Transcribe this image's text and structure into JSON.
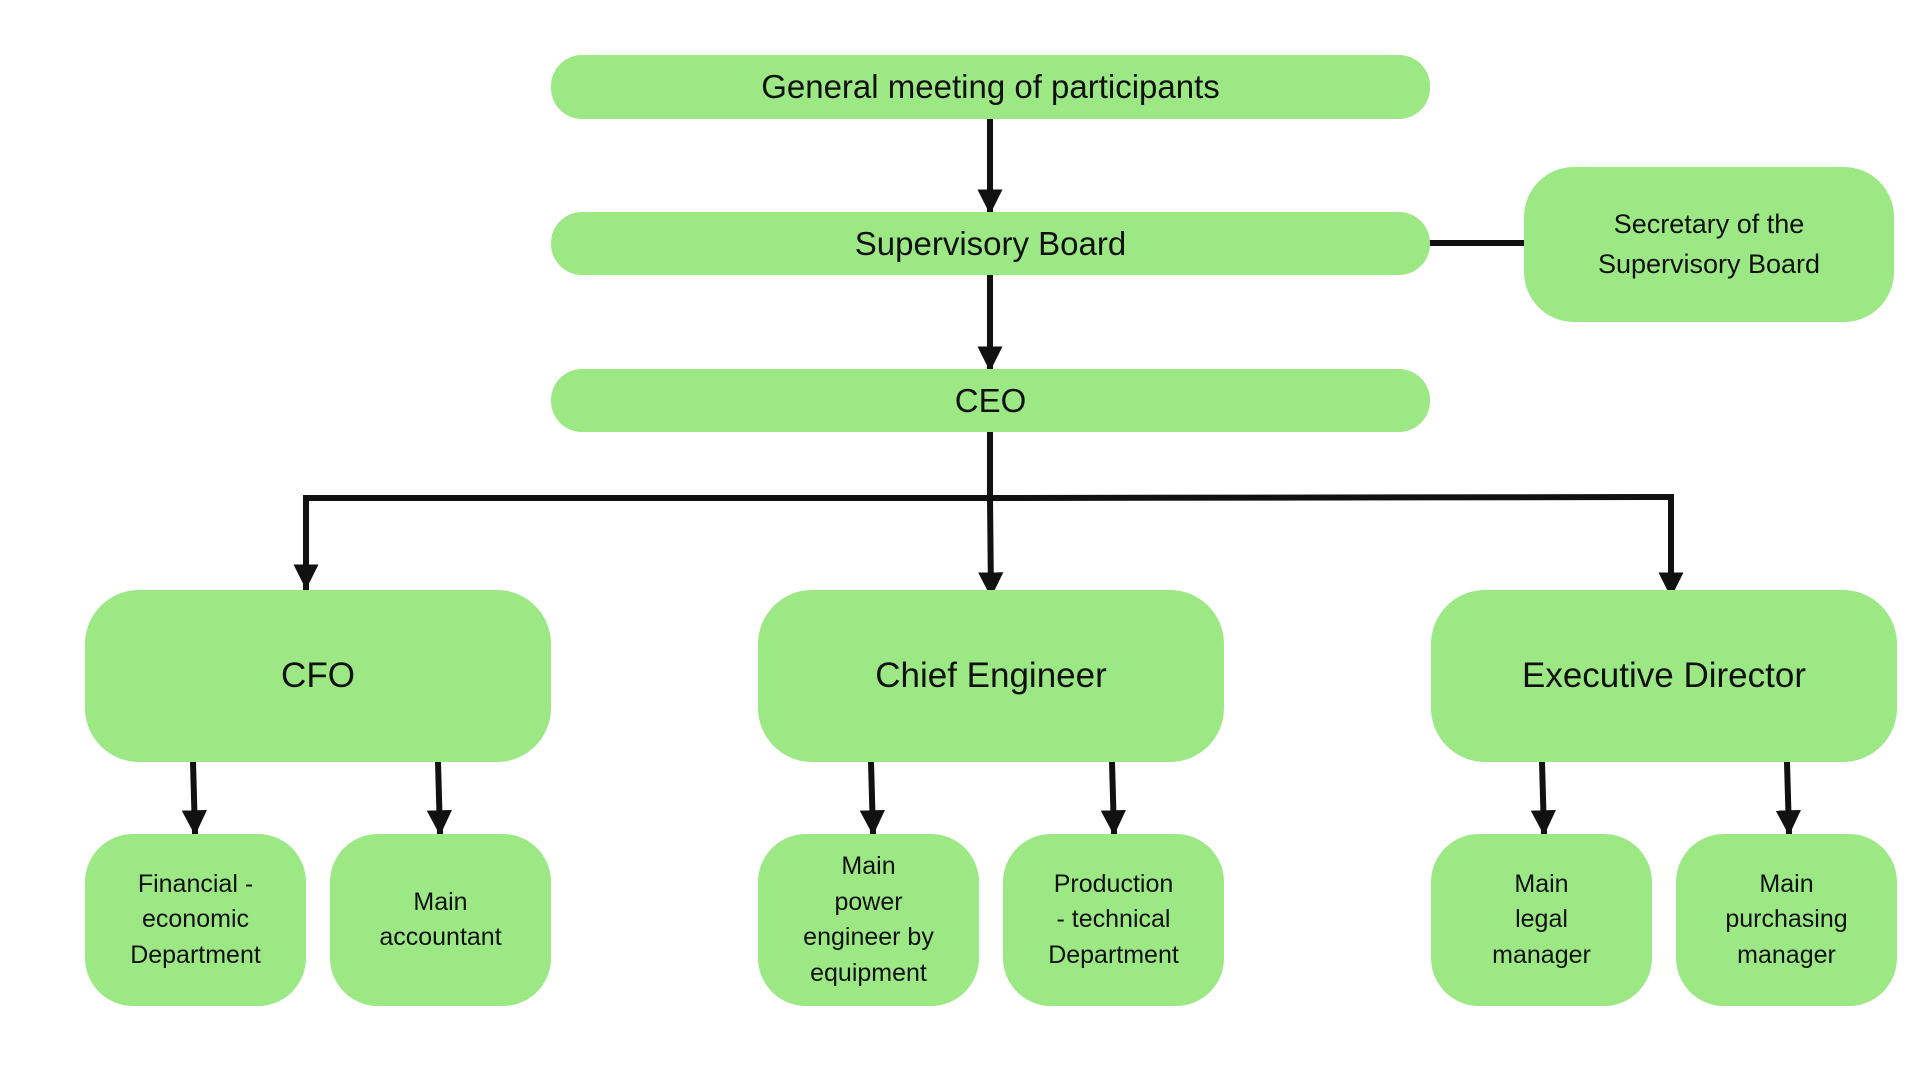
{
  "colors": {
    "node_fill": "#9be884",
    "connector": "#111111",
    "text": "#111111"
  },
  "nodes": {
    "general_meeting": "General meeting of participants",
    "supervisory_board": "Supervisory Board",
    "secretary": "Secretary of the\nSupervisory Board",
    "ceo": "CEO",
    "cfo": "CFO",
    "chief_engineer": "Chief Engineer",
    "executive_director": "Executive Director",
    "financial_department": "Financial -\neconomic\nDepartment",
    "main_accountant": "Main\naccountant",
    "main_power_engineer": "Main\npower\nengineer by\nequipment",
    "production_department": "Production\n- technical\nDepartment",
    "main_legal_manager": "Main\nlegal\nmanager",
    "main_purchasing_manager": "Main\npurchasing\nmanager"
  }
}
